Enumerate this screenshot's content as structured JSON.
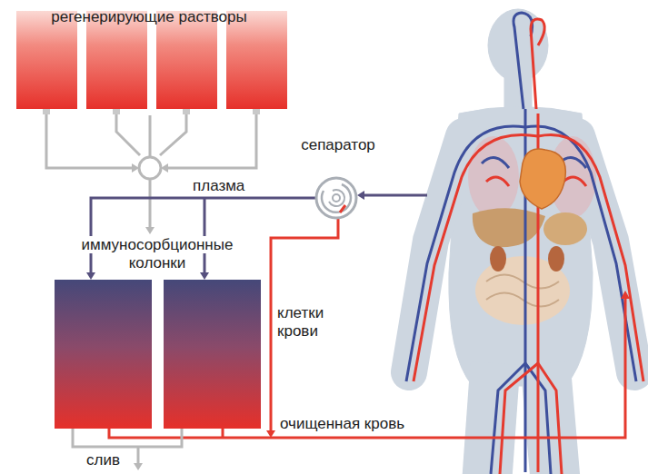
{
  "diagram": {
    "nodes": [
      {
        "text": [
          "регенерирующие растворы"
        ]
      },
      {
        "text": [
          "сепаратор"
        ]
      },
      {
        "text": [
          "иммуносорбционные колонки"
        ]
      }
    ],
    "edges": [
      {
        "from": 0,
        "to": 2,
        "arrow": "to"
      },
      {
        "from": 1,
        "to": 2,
        "label": "плазма",
        "arrow": "to"
      }
    ],
    "labels": [
      "клетки крови",
      "очищенная кровь",
      "слив"
    ]
  }
}
